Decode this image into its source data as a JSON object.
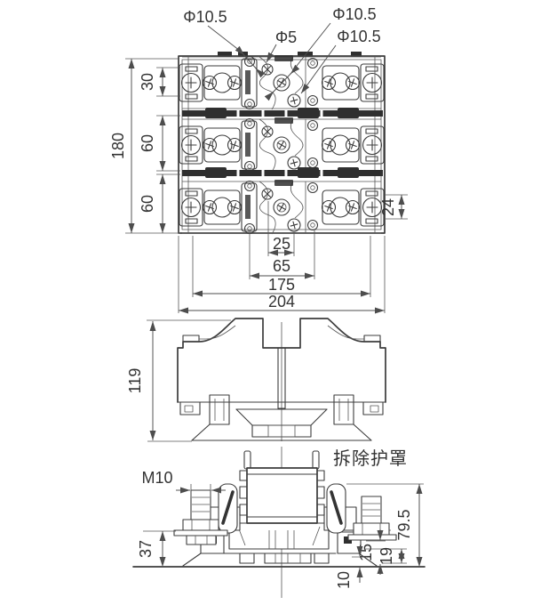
{
  "drawing": {
    "kind": "3-view technical dimension drawing of 3-pole fuse base",
    "colors": {
      "line": "#3c3c3c",
      "dark_fill": "#2f2f2f",
      "text": "#333333",
      "background": "#ffffff"
    }
  },
  "top": {
    "h1": "Φ10.5",
    "h2": "Φ5",
    "h3": "Φ10.5",
    "h4": "Φ10.5",
    "d180": "180",
    "d30": "30",
    "d60a": "60",
    "d60b": "60",
    "d24": "24",
    "d25": "25",
    "d65": "65",
    "d175": "175",
    "d204": "204"
  },
  "side": {
    "d119": "119"
  },
  "front": {
    "caption": "拆除护罩",
    "m10": "M10",
    "d37": "37",
    "d795": "79.5",
    "d19": "19",
    "d15": "15",
    "d10": "10"
  }
}
